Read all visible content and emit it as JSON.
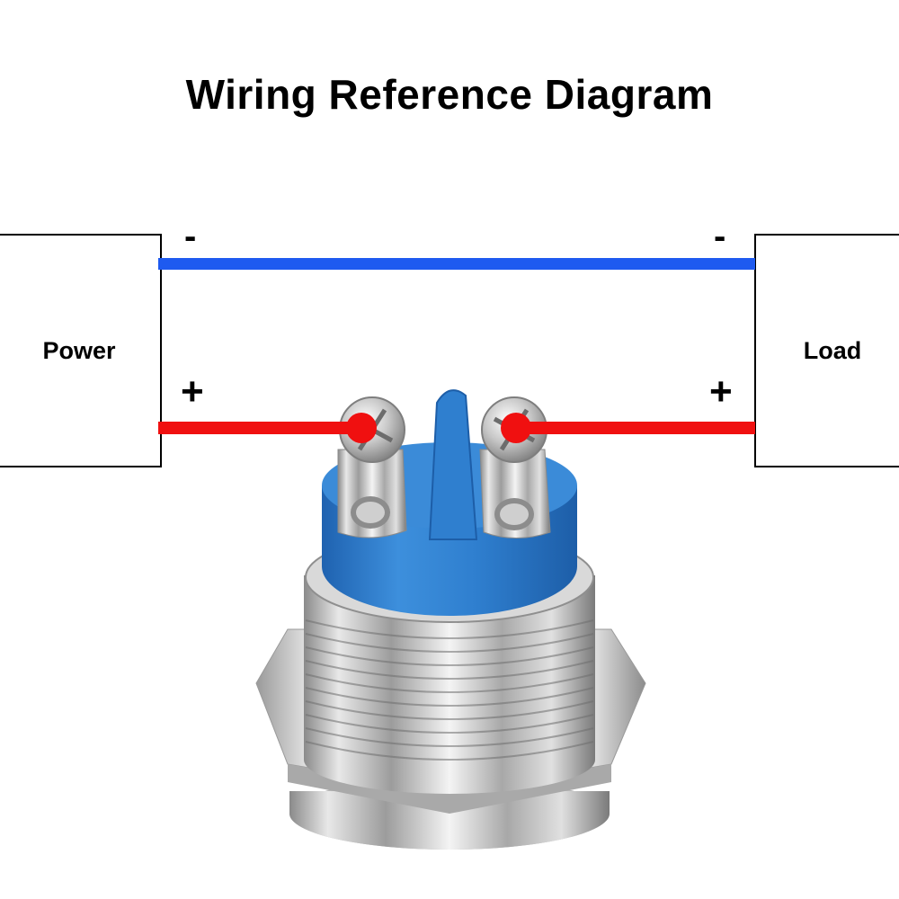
{
  "diagram": {
    "title": "Wiring Reference Diagram",
    "left_box": {
      "label": "Power",
      "neg_sign": "-",
      "pos_sign": "+"
    },
    "right_box": {
      "label": "Load",
      "neg_sign": "-",
      "pos_sign": "+"
    }
  },
  "colors": {
    "negative_wire": "#1e5af0",
    "positive_wire": "#f01010",
    "terminal_dot": "#f01010",
    "switch_body": "#2e7fcf",
    "metal": "#c8c8c8"
  },
  "icons": [
    "push-button-switch-icon",
    "screw-terminal-icon"
  ]
}
